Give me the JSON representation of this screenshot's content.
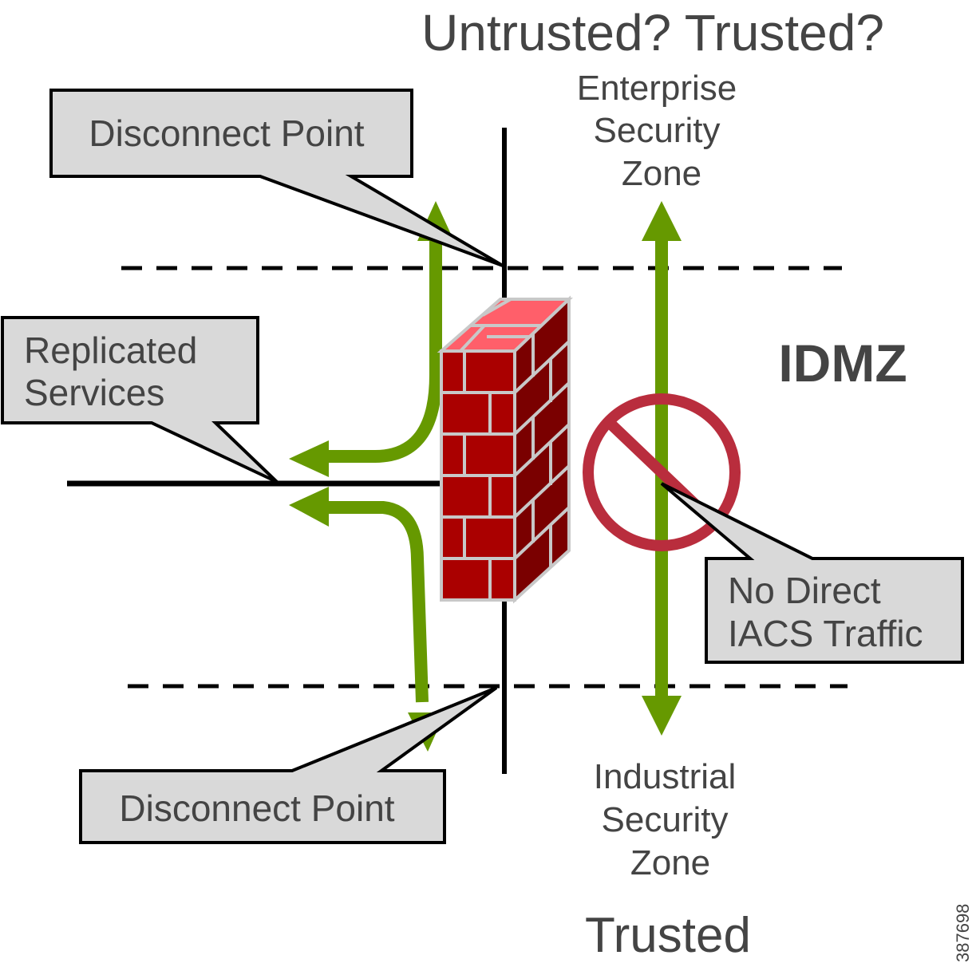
{
  "title": "Untrusted? Trusted?",
  "zones": {
    "enterprise": [
      "Enterprise",
      "Security",
      "Zone"
    ],
    "idmz": "IDMZ",
    "industrial": [
      "Industrial",
      "Security",
      "Zone"
    ],
    "bottom_label": "Trusted"
  },
  "callouts": {
    "disconnect_top": "Disconnect Point",
    "replicated": [
      "Replicated",
      "Services"
    ],
    "no_direct": [
      "No Direct",
      "IACS Traffic"
    ],
    "disconnect_bottom": "Disconnect Point"
  },
  "figure_id": "387698",
  "colors": {
    "arrow_green": "#669900",
    "prohibit_red": "#b92d3d",
    "brick_front": "#aa0000",
    "brick_side": "#7a0000",
    "brick_top": "#ff5f6a",
    "mortar": "#c8c8c8",
    "callout_fill": "#d9d9d9",
    "text_gray": "#444444"
  }
}
